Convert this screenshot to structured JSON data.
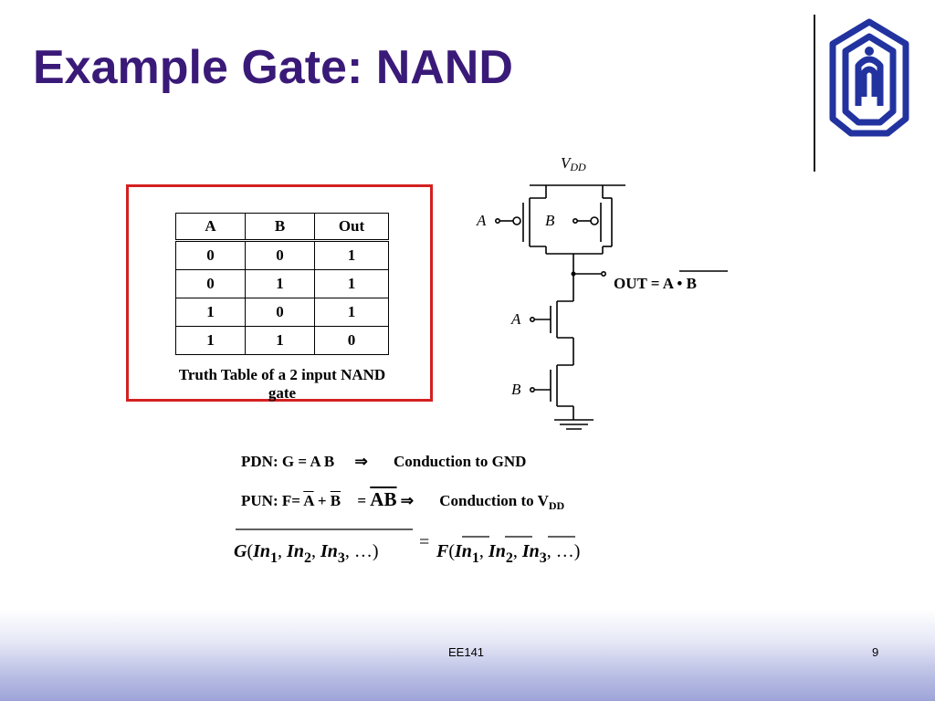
{
  "slide": {
    "title": "Example Gate: NAND",
    "footer_center": "EE141",
    "page_number": "9"
  },
  "truth_table": {
    "headers": [
      "A",
      "B",
      "Out"
    ],
    "rows": [
      [
        "0",
        "0",
        "1"
      ],
      [
        "0",
        "1",
        "1"
      ],
      [
        "1",
        "0",
        "1"
      ],
      [
        "1",
        "1",
        "0"
      ]
    ],
    "caption_line1": "Truth Table of a 2 input NAND",
    "caption_line2": "gate"
  },
  "circuit": {
    "vdd_label": "V",
    "vdd_sub": "DD",
    "pmos_a_label": "A",
    "pmos_b_label": "B",
    "nmos_a_label": "A",
    "nmos_b_label": "B",
    "out_prefix": "OUT = ",
    "out_expr": "A • B"
  },
  "equations": {
    "pdn": {
      "prefix": "PDN: G = A B",
      "arrow": "⇒",
      "result": "Conduction to GND"
    },
    "pun": {
      "prefix": "PUN: F=",
      "term_a": "A",
      "plus": "+",
      "term_b": "B",
      "eq": "=",
      "ab": "AB",
      "arrow": "⇒",
      "result": "Conduction to V",
      "result_sub": "DD"
    },
    "general": {
      "g": "G",
      "f": "F",
      "in": "In",
      "sub1": "1",
      "sub2": "2",
      "sub3": "3",
      "ellipsis": "…",
      "equals": "="
    }
  },
  "colors": {
    "title": "#3a1a78",
    "box_border": "#d42020",
    "logo": "#2233a0"
  }
}
